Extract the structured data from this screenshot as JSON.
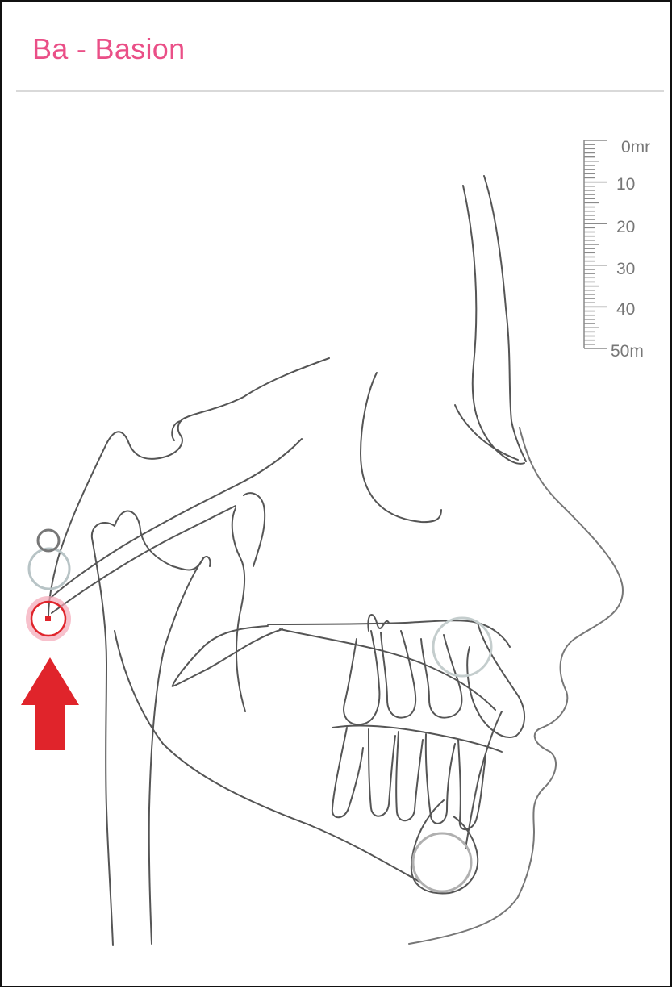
{
  "header": {
    "title": "Ba - Basion"
  },
  "ruler": {
    "labels": [
      "0mr",
      "10",
      "20",
      "30",
      "40",
      "50m"
    ]
  },
  "landmark": {
    "name": "Ba - Basion",
    "marker_color": "#e0242b",
    "arrow_icon": "arrow-up-icon"
  },
  "colors": {
    "title": "#ea4f87",
    "tracing": "#555555",
    "highlight": "#e0242b"
  }
}
